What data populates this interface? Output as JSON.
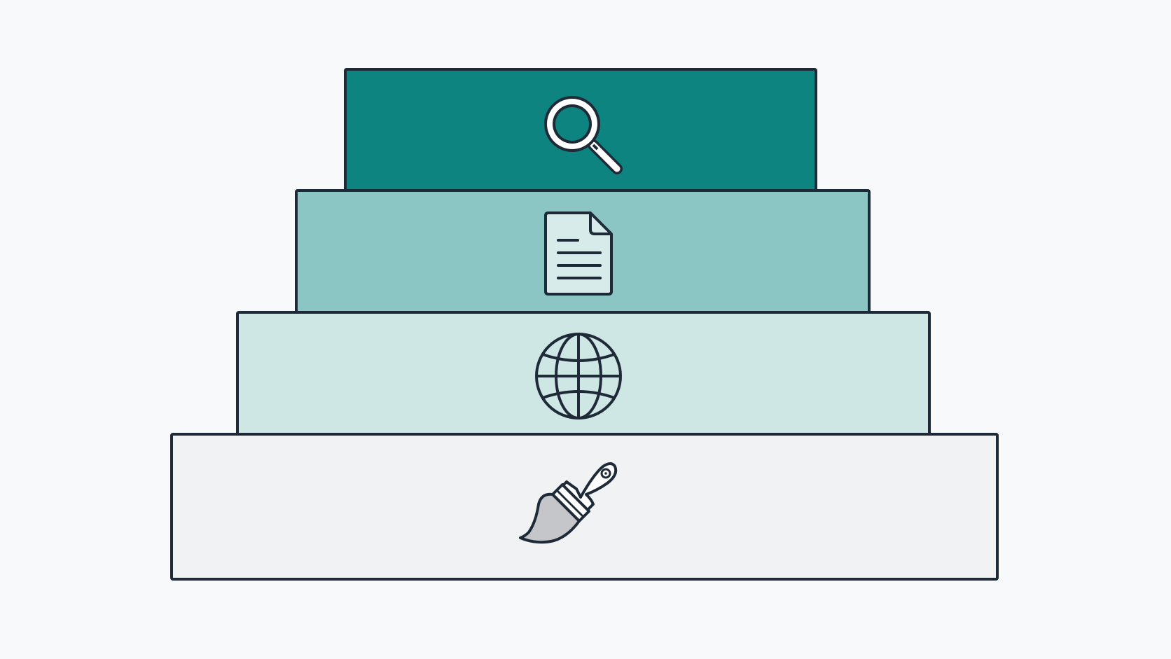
{
  "diagram": {
    "type": "stacked-pyramid",
    "tiers": [
      {
        "level": 1,
        "icon": "magnifier-icon",
        "fill": "#0e8481"
      },
      {
        "level": 2,
        "icon": "document-icon",
        "fill": "#8bc6c4"
      },
      {
        "level": 3,
        "icon": "globe-icon",
        "fill": "#cfe7e4"
      },
      {
        "level": 4,
        "icon": "paintbrush-icon",
        "fill": "#f1f2f4"
      }
    ],
    "colors": {
      "outline": "#1e2a38",
      "background": "#f8f9fa",
      "brush_tip": "#c4c6c9"
    }
  }
}
